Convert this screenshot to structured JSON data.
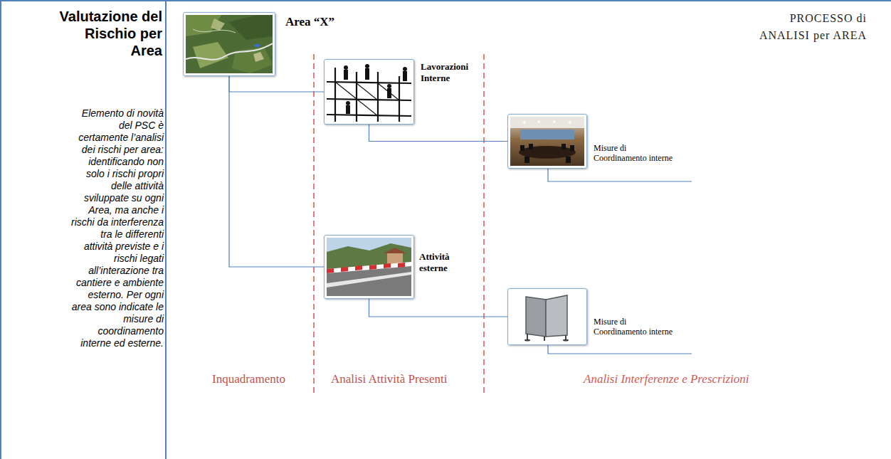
{
  "diagram": {
    "title": "Valutazione del Rischio per Area",
    "nodes": [
      {
        "text": [
          "Area “X”"
        ]
      },
      {
        "text": [
          "Lavorazioni Interne"
        ]
      },
      {
        "text": [
          "Attività esterne"
        ]
      },
      {
        "text": [
          "Misure di Coordinamento interne"
        ]
      },
      {
        "text": [
          "Misure di Coordinamento interne"
        ]
      }
    ],
    "edges": [
      {
        "from": 0,
        "to": 1,
        "arrow": "none"
      },
      {
        "from": 0,
        "to": 2,
        "arrow": "none"
      },
      {
        "from": 1,
        "to": 3,
        "arrow": "none"
      },
      {
        "from": 2,
        "to": 4,
        "arrow": "none"
      }
    ],
    "labels": [
      "Elemento di novità del PSC è certamente l’analisi dei rischi per area: identificando non solo i rischi propri delle attività sviluppate su ogni Area, ma anche i rischi da interferenza tra le differenti attività previste e i rischi legati all’interazione tra cantiere e ambiente esterno. Per ogni area sono indicate le misure di coordinamento interne ed esterne.",
      "PROCESSO di ANALISI per AREA",
      "Inquadramento",
      "Analisi Attività Presenti",
      "Analisi Interferenze e Prescrizioni"
    ]
  }
}
